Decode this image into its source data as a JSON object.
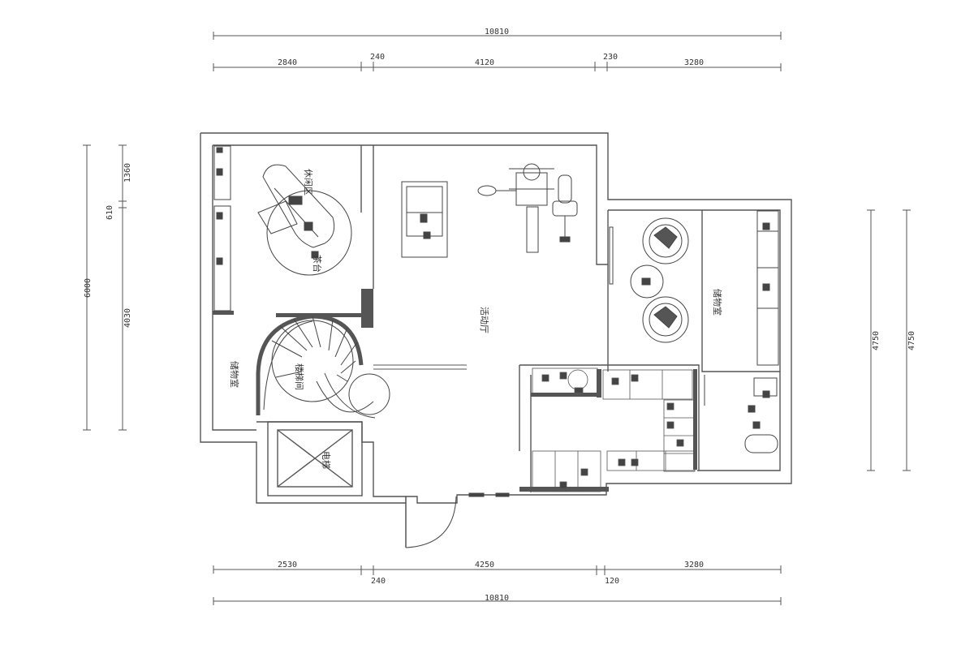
{
  "dimensions": {
    "top_total": "10810",
    "top_segments": [
      "2840",
      "240",
      "4120",
      "230",
      "3280"
    ],
    "bottom_total": "10810",
    "bottom_segments": [
      "2530",
      "240",
      "4250",
      "120",
      "3280"
    ],
    "left_outer": "6000",
    "left_segments": [
      "1360",
      "610",
      "4030"
    ],
    "right_outer": "4750",
    "right_inner": "4750"
  },
  "rooms": {
    "leisure": "休闲区",
    "tea": "茶台",
    "stairwell": "楼梯间",
    "activity_hall": "活动厅",
    "storage": "储物室",
    "elevator": "电梯"
  },
  "colors": {
    "wall": "#555555",
    "wall_dark": "#3a3a3a",
    "line": "#666666",
    "furniture": "#444444"
  }
}
